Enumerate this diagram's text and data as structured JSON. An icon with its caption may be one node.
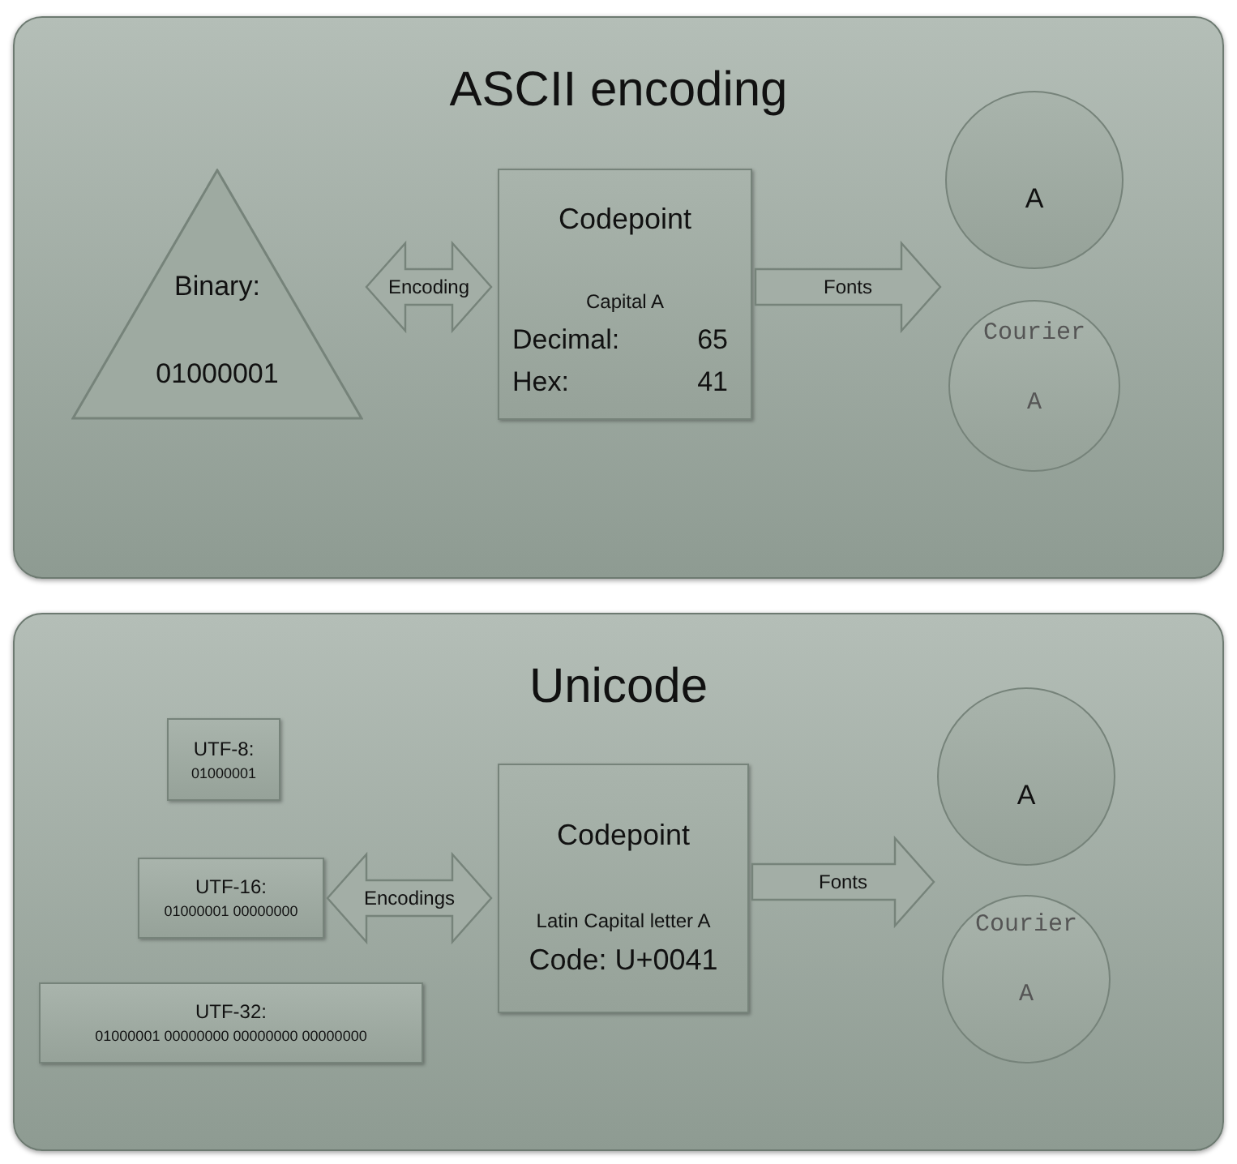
{
  "diagram": {
    "nodes": [
      {
        "text": [
          "ASCII encoding"
        ]
      },
      {
        "text": [
          "Binary:",
          "01000001"
        ],
        "in": 0
      },
      {
        "text": [
          "Codepoint",
          "Capital A",
          "Decimal:",
          "65",
          "Hex:",
          "41"
        ],
        "in": 0
      },
      {
        "text": [
          "A"
        ],
        "in": 0
      },
      {
        "text": [
          "Courier",
          "A"
        ],
        "in": 0
      },
      {
        "text": [
          "Unicode"
        ]
      },
      {
        "text": [
          "UTF-8:",
          "01000001"
        ],
        "in": 5
      },
      {
        "text": [
          "UTF-16:",
          "01000001 00000000"
        ],
        "in": 5
      },
      {
        "text": [
          "UTF-32:",
          "01000001 00000000 00000000 00000000"
        ],
        "in": 5
      },
      {
        "text": [
          "Codepoint",
          "Latin Capital letter A",
          "Code: U+0041"
        ],
        "in": 5
      },
      {
        "text": [
          "A"
        ],
        "in": 5
      },
      {
        "text": [
          "Courier",
          "A"
        ],
        "in": 5
      }
    ],
    "edges": [
      {
        "from": 1,
        "to": 2,
        "arrow": "both",
        "label": "Encoding"
      },
      {
        "from": 2,
        "to": null,
        "arrow": "to",
        "label": "Fonts"
      },
      {
        "from": 7,
        "to": 9,
        "arrow": "both",
        "label": "Encodings"
      },
      {
        "from": 9,
        "to": null,
        "arrow": "to",
        "label": "Fonts"
      }
    ]
  }
}
